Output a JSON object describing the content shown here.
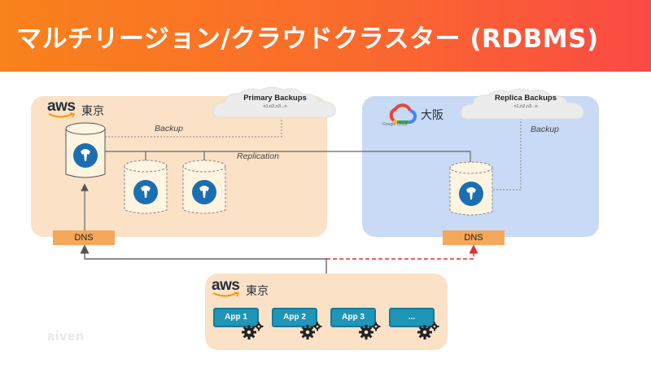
{
  "header": {
    "title": "マルチリージョン/クラウドクラスター (RDBMS)"
  },
  "regions": {
    "tokyo": {
      "provider": "aws",
      "name": "東京"
    },
    "osaka": {
      "provider_label": "Google Cloud",
      "name": "大阪"
    },
    "apps": {
      "provider": "aws",
      "name": "東京"
    }
  },
  "backups": {
    "primary": {
      "title": "Primary Backups",
      "subtitle": "n1,n2,n3...n"
    },
    "replica": {
      "title": "Replica Backups",
      "subtitle": "n1,n2,n3...n"
    }
  },
  "labels": {
    "backup_tokyo": "Backup",
    "replication": "Replication",
    "backup_osaka": "Backup"
  },
  "dns": {
    "tokyo": "DNS",
    "osaka": "DNS"
  },
  "apps": [
    "App 1",
    "App 2",
    "App 3",
    "..."
  ],
  "watermark": "aiven",
  "colors": {
    "header_start": "#f9821b",
    "header_end": "#fb4a45",
    "aws_region": "#fbe1c6",
    "gcp_region": "#c8daf5",
    "dns": "#f5a85a",
    "app": "#1f95b8",
    "failover_line": "#e03030",
    "postgres": "#336791"
  },
  "icons": {
    "db": "postgresql-database-icon",
    "cloud": "cloud-icon",
    "gear": "gear-icon",
    "gcp": "google-cloud-icon",
    "aws": "aws-logo"
  }
}
